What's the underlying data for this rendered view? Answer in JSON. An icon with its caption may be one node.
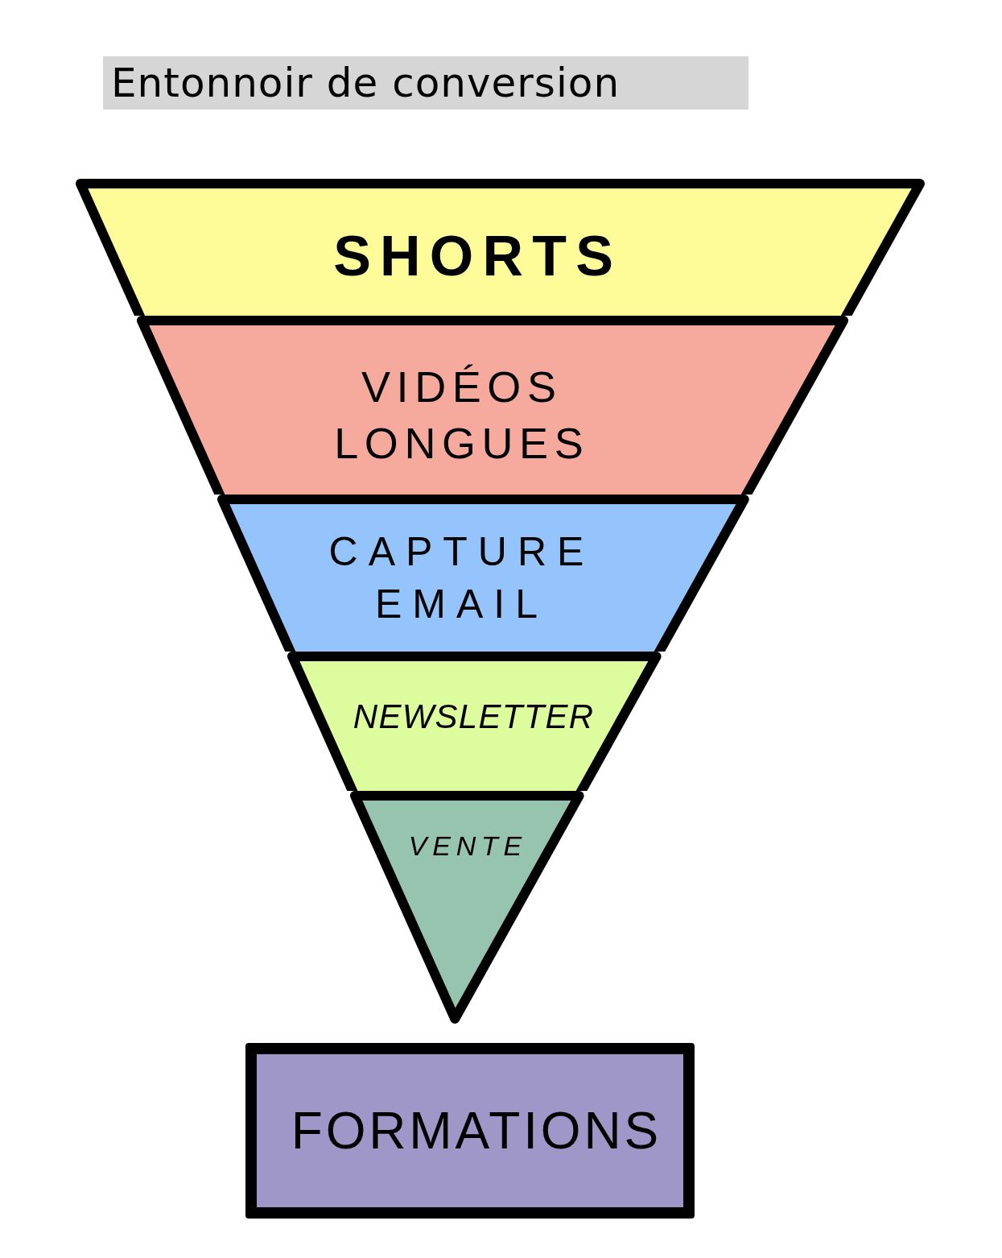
{
  "diagram": {
    "title": "Entonnoir de conversion",
    "nodes": [
      {
        "text": [
          "SHORTS"
        ]
      },
      {
        "text": [
          "VIDÉOS LONGUES"
        ]
      },
      {
        "text": [
          "CAPTURE EMAIL"
        ]
      },
      {
        "text": [
          "NEWSLETTER"
        ]
      },
      {
        "text": [
          "VENTE"
        ]
      },
      {
        "text": [
          "FORMATIONS"
        ]
      }
    ]
  }
}
